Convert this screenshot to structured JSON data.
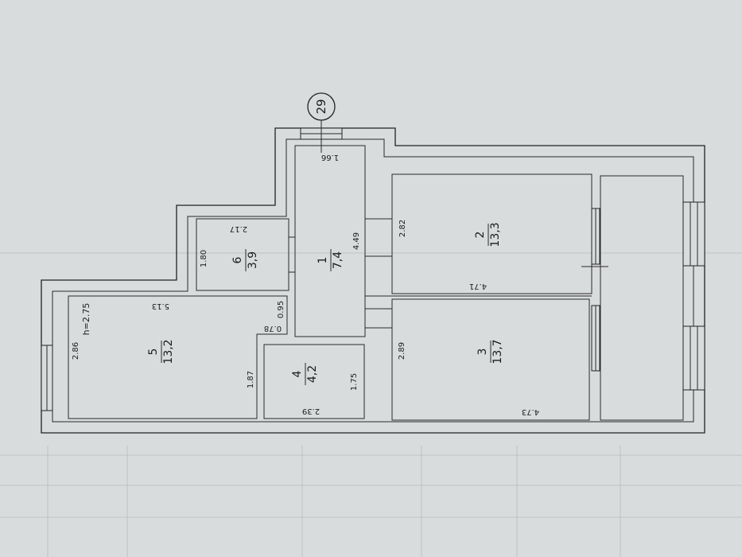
{
  "plan": {
    "apartment_number": "29",
    "rooms": [
      {
        "id": "1",
        "number": "1",
        "area": "7,4",
        "dimensions": [
          "1.66",
          "4.49"
        ]
      },
      {
        "id": "2",
        "number": "2",
        "area": "13,3",
        "dimensions": [
          "2.82",
          "4.71"
        ]
      },
      {
        "id": "3",
        "number": "3",
        "area": "13,7",
        "dimensions": [
          "2.89",
          "4.73"
        ]
      },
      {
        "id": "4",
        "number": "4",
        "area": "4,2",
        "dimensions": [
          "2.39",
          "1.75"
        ]
      },
      {
        "id": "5",
        "number": "5",
        "area": "13,2",
        "dimensions": [
          "5.13",
          "2.86",
          "1.87"
        ]
      },
      {
        "id": "6",
        "number": "6",
        "area": "3,9",
        "dimensions": [
          "2.17",
          "1.80"
        ]
      }
    ],
    "extra_dimensions": [
      "0.95",
      "0.78"
    ],
    "ceiling_height": "h=2.75"
  }
}
